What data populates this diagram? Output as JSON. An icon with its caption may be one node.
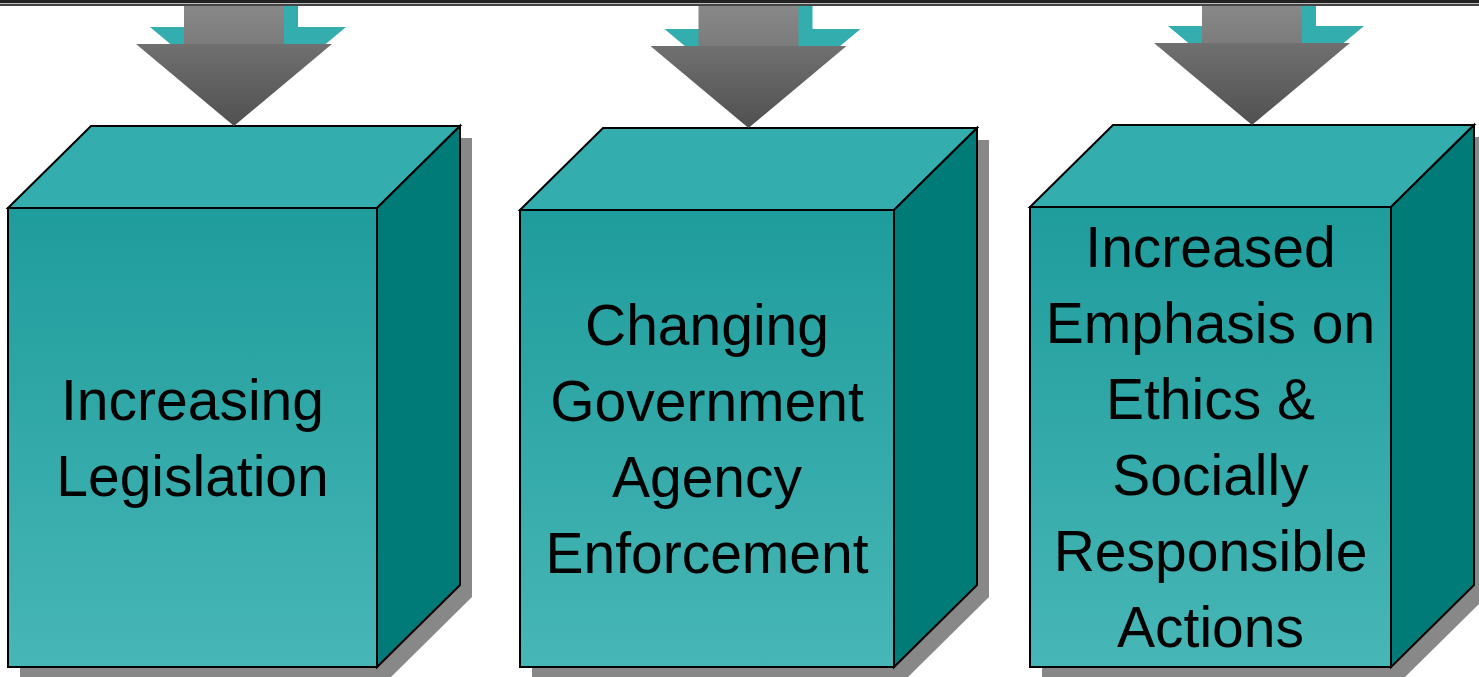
{
  "diagram": {
    "nodes": [
      {
        "text": [],
        "shape": "bar"
      },
      {
        "text": [
          "Increasing Legislation"
        ]
      },
      {
        "text": [
          "Changing Government Agency Enforcement"
        ]
      },
      {
        "text": [
          "Increased Emphasis on Ethics & Socially Responsible Actions"
        ]
      }
    ],
    "edges": [
      {
        "from": 0,
        "to": 1,
        "arrow": "to"
      },
      {
        "from": 0,
        "to": 2,
        "arrow": "to"
      },
      {
        "from": 0,
        "to": 3,
        "arrow": "to"
      }
    ]
  }
}
